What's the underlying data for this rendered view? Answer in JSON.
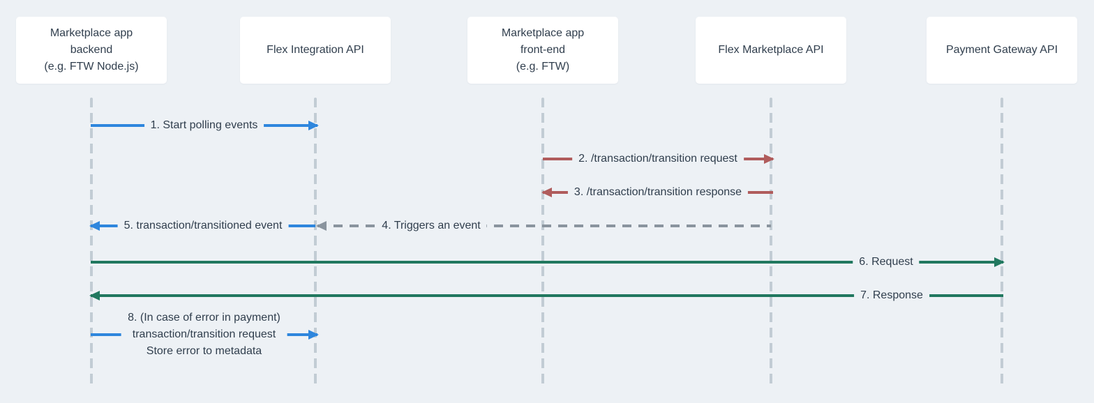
{
  "diagram": {
    "type": "sequence-diagram",
    "background_color": "#edf1f5",
    "text_color": "#303e4d",
    "lifeline_color": "#c2ccd4",
    "box_color": "#ffffff",
    "arrow_colors": {
      "blue": "#2e86dd",
      "red": "#b05c5c",
      "green": "#21785f",
      "gray": "#8a949e"
    }
  },
  "participants": [
    {
      "id": "marketplace-backend",
      "lines": [
        "Marketplace app",
        "backend",
        "(e.g. FTW Node.js)"
      ]
    },
    {
      "id": "flex-integration-api",
      "lines": [
        "Flex Integration API"
      ]
    },
    {
      "id": "marketplace-frontend",
      "lines": [
        "Marketplace app",
        "front-end",
        "(e.g. FTW)"
      ]
    },
    {
      "id": "flex-marketplace-api",
      "lines": [
        "Flex Marketplace API"
      ]
    },
    {
      "id": "payment-gateway-api",
      "lines": [
        "Payment Gateway API"
      ]
    }
  ],
  "messages": [
    {
      "num": "1",
      "text": "1. Start polling events",
      "from": "marketplace-backend",
      "to": "flex-integration-api",
      "color": "blue",
      "style": "solid",
      "direction": "right"
    },
    {
      "num": "2",
      "text": "2. /transaction/transition request",
      "from": "marketplace-frontend",
      "to": "flex-marketplace-api",
      "color": "red",
      "style": "solid",
      "direction": "right"
    },
    {
      "num": "3",
      "text": "3. /transaction/transition response",
      "from": "flex-marketplace-api",
      "to": "marketplace-frontend",
      "color": "red",
      "style": "solid",
      "direction": "left"
    },
    {
      "num": "4",
      "text": "4. Triggers an event",
      "from": "flex-marketplace-api",
      "to": "flex-integration-api",
      "color": "gray",
      "style": "dashed",
      "direction": "left"
    },
    {
      "num": "5",
      "text": "5. transaction/transitioned event",
      "from": "flex-integration-api",
      "to": "marketplace-backend",
      "color": "blue",
      "style": "solid",
      "direction": "left"
    },
    {
      "num": "6",
      "text": "6. Request",
      "from": "marketplace-backend",
      "to": "payment-gateway-api",
      "color": "green",
      "style": "solid",
      "direction": "right"
    },
    {
      "num": "7",
      "text": "7. Response",
      "from": "payment-gateway-api",
      "to": "marketplace-backend",
      "color": "green",
      "style": "solid",
      "direction": "left"
    },
    {
      "num": "8",
      "lines": [
        "8. (In case of error in payment)",
        "transaction/transition request",
        "Store error to metadata"
      ],
      "from": "marketplace-backend",
      "to": "flex-integration-api",
      "color": "blue",
      "style": "solid",
      "direction": "right"
    }
  ]
}
